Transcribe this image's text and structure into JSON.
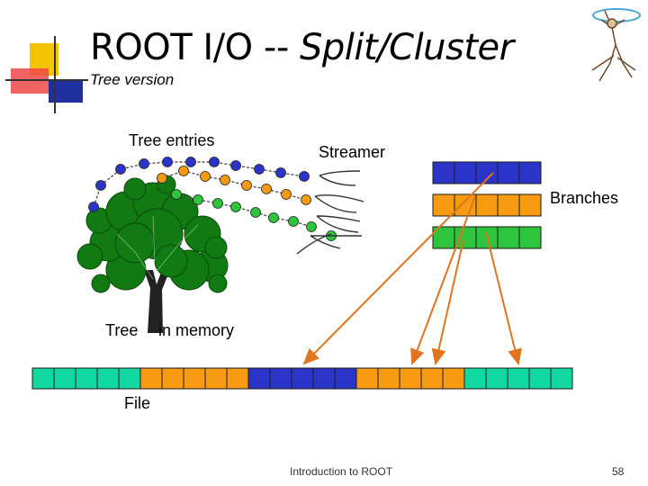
{
  "slide": {
    "title_plain": "ROOT I/O -- ",
    "title_italic": "Split/Cluster",
    "subtitle": "Tree version",
    "footer_center": "Introduction to ROOT",
    "page_number": "58"
  },
  "labels": {
    "tree_entries": "Tree entries",
    "streamer": "Streamer",
    "branches": "Branches",
    "tree": "Tree",
    "in_memory": "in memory",
    "file": "File"
  },
  "colors": {
    "blue": "#2b34c8",
    "orange": "#f89a10",
    "green": "#2ec53c",
    "teal": "#10d8a0",
    "arrow": "#e07420",
    "logo_yellow": "#f5c400",
    "logo_red": "#e82020",
    "logo_blue": "#1f2f9f"
  }
}
